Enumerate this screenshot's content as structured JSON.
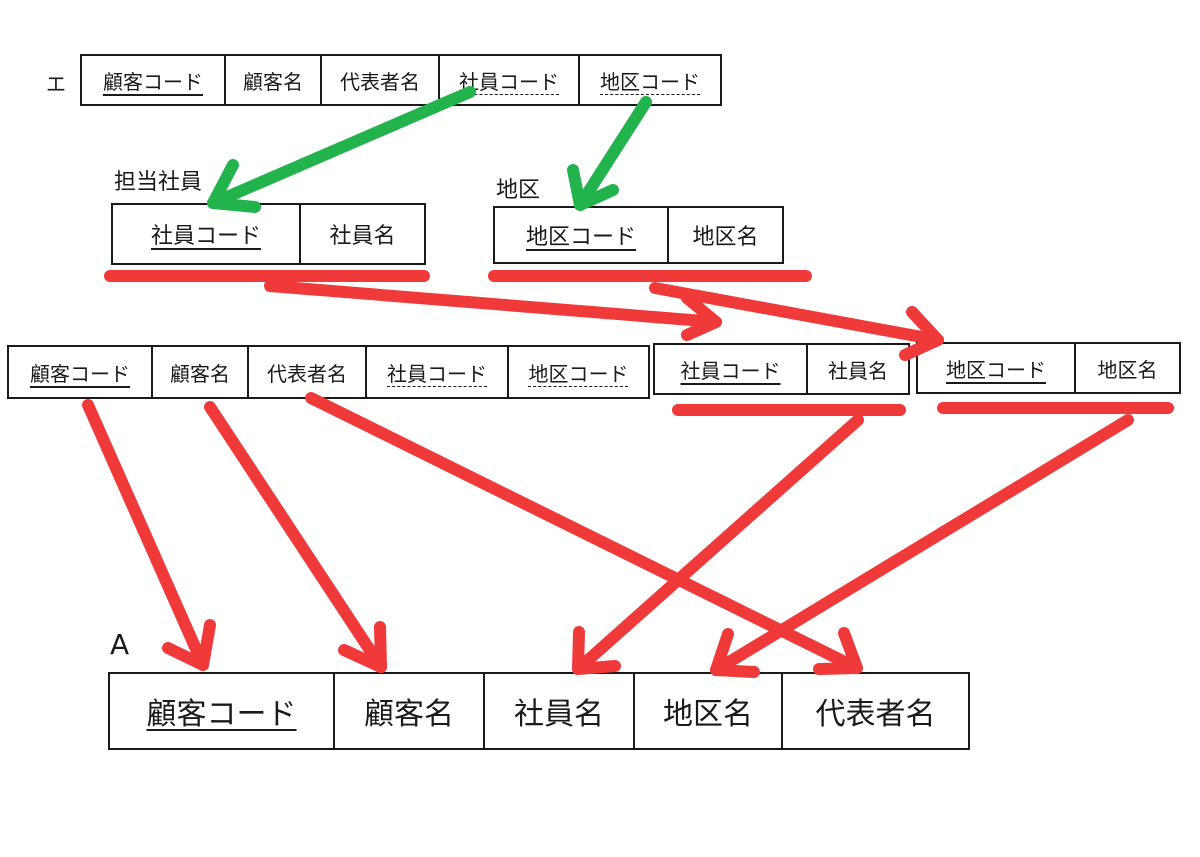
{
  "option_e": {
    "label": "エ",
    "fields": [
      {
        "text": "顧客コード",
        "key": "primary"
      },
      {
        "text": "顧客名",
        "key": "none"
      },
      {
        "text": "代表者名",
        "key": "none"
      },
      {
        "text": "社員コード",
        "key": "foreign"
      },
      {
        "text": "地区コード",
        "key": "foreign"
      }
    ]
  },
  "employee_table": {
    "label": "担当社員",
    "fields": [
      {
        "text": "社員コード",
        "key": "primary"
      },
      {
        "text": "社員名",
        "key": "none"
      }
    ]
  },
  "district_table": {
    "label": "地区",
    "fields": [
      {
        "text": "地区コード",
        "key": "primary"
      },
      {
        "text": "地区名",
        "key": "none"
      }
    ]
  },
  "joined": {
    "customer_fields": [
      {
        "text": "顧客コード",
        "key": "primary"
      },
      {
        "text": "顧客名",
        "key": "none"
      },
      {
        "text": "代表者名",
        "key": "none"
      },
      {
        "text": "社員コード",
        "key": "foreign"
      },
      {
        "text": "地区コード",
        "key": "foreign"
      }
    ],
    "employee_fields": [
      {
        "text": "社員コード",
        "key": "primary"
      },
      {
        "text": "社員名",
        "key": "none"
      }
    ],
    "district_fields": [
      {
        "text": "地区コード",
        "key": "primary"
      },
      {
        "text": "地区名",
        "key": "none"
      }
    ]
  },
  "result_table": {
    "label": "A",
    "fields": [
      {
        "text": "顧客コード",
        "key": "primary"
      },
      {
        "text": "顧客名",
        "key": "none"
      },
      {
        "text": "社員名",
        "key": "none"
      },
      {
        "text": "地区名",
        "key": "none"
      },
      {
        "text": "代表者名",
        "key": "none"
      }
    ]
  },
  "colors": {
    "line": "#1a1a1a",
    "green_arrow": "#22b34c",
    "red_arrow": "#f03a3a"
  }
}
